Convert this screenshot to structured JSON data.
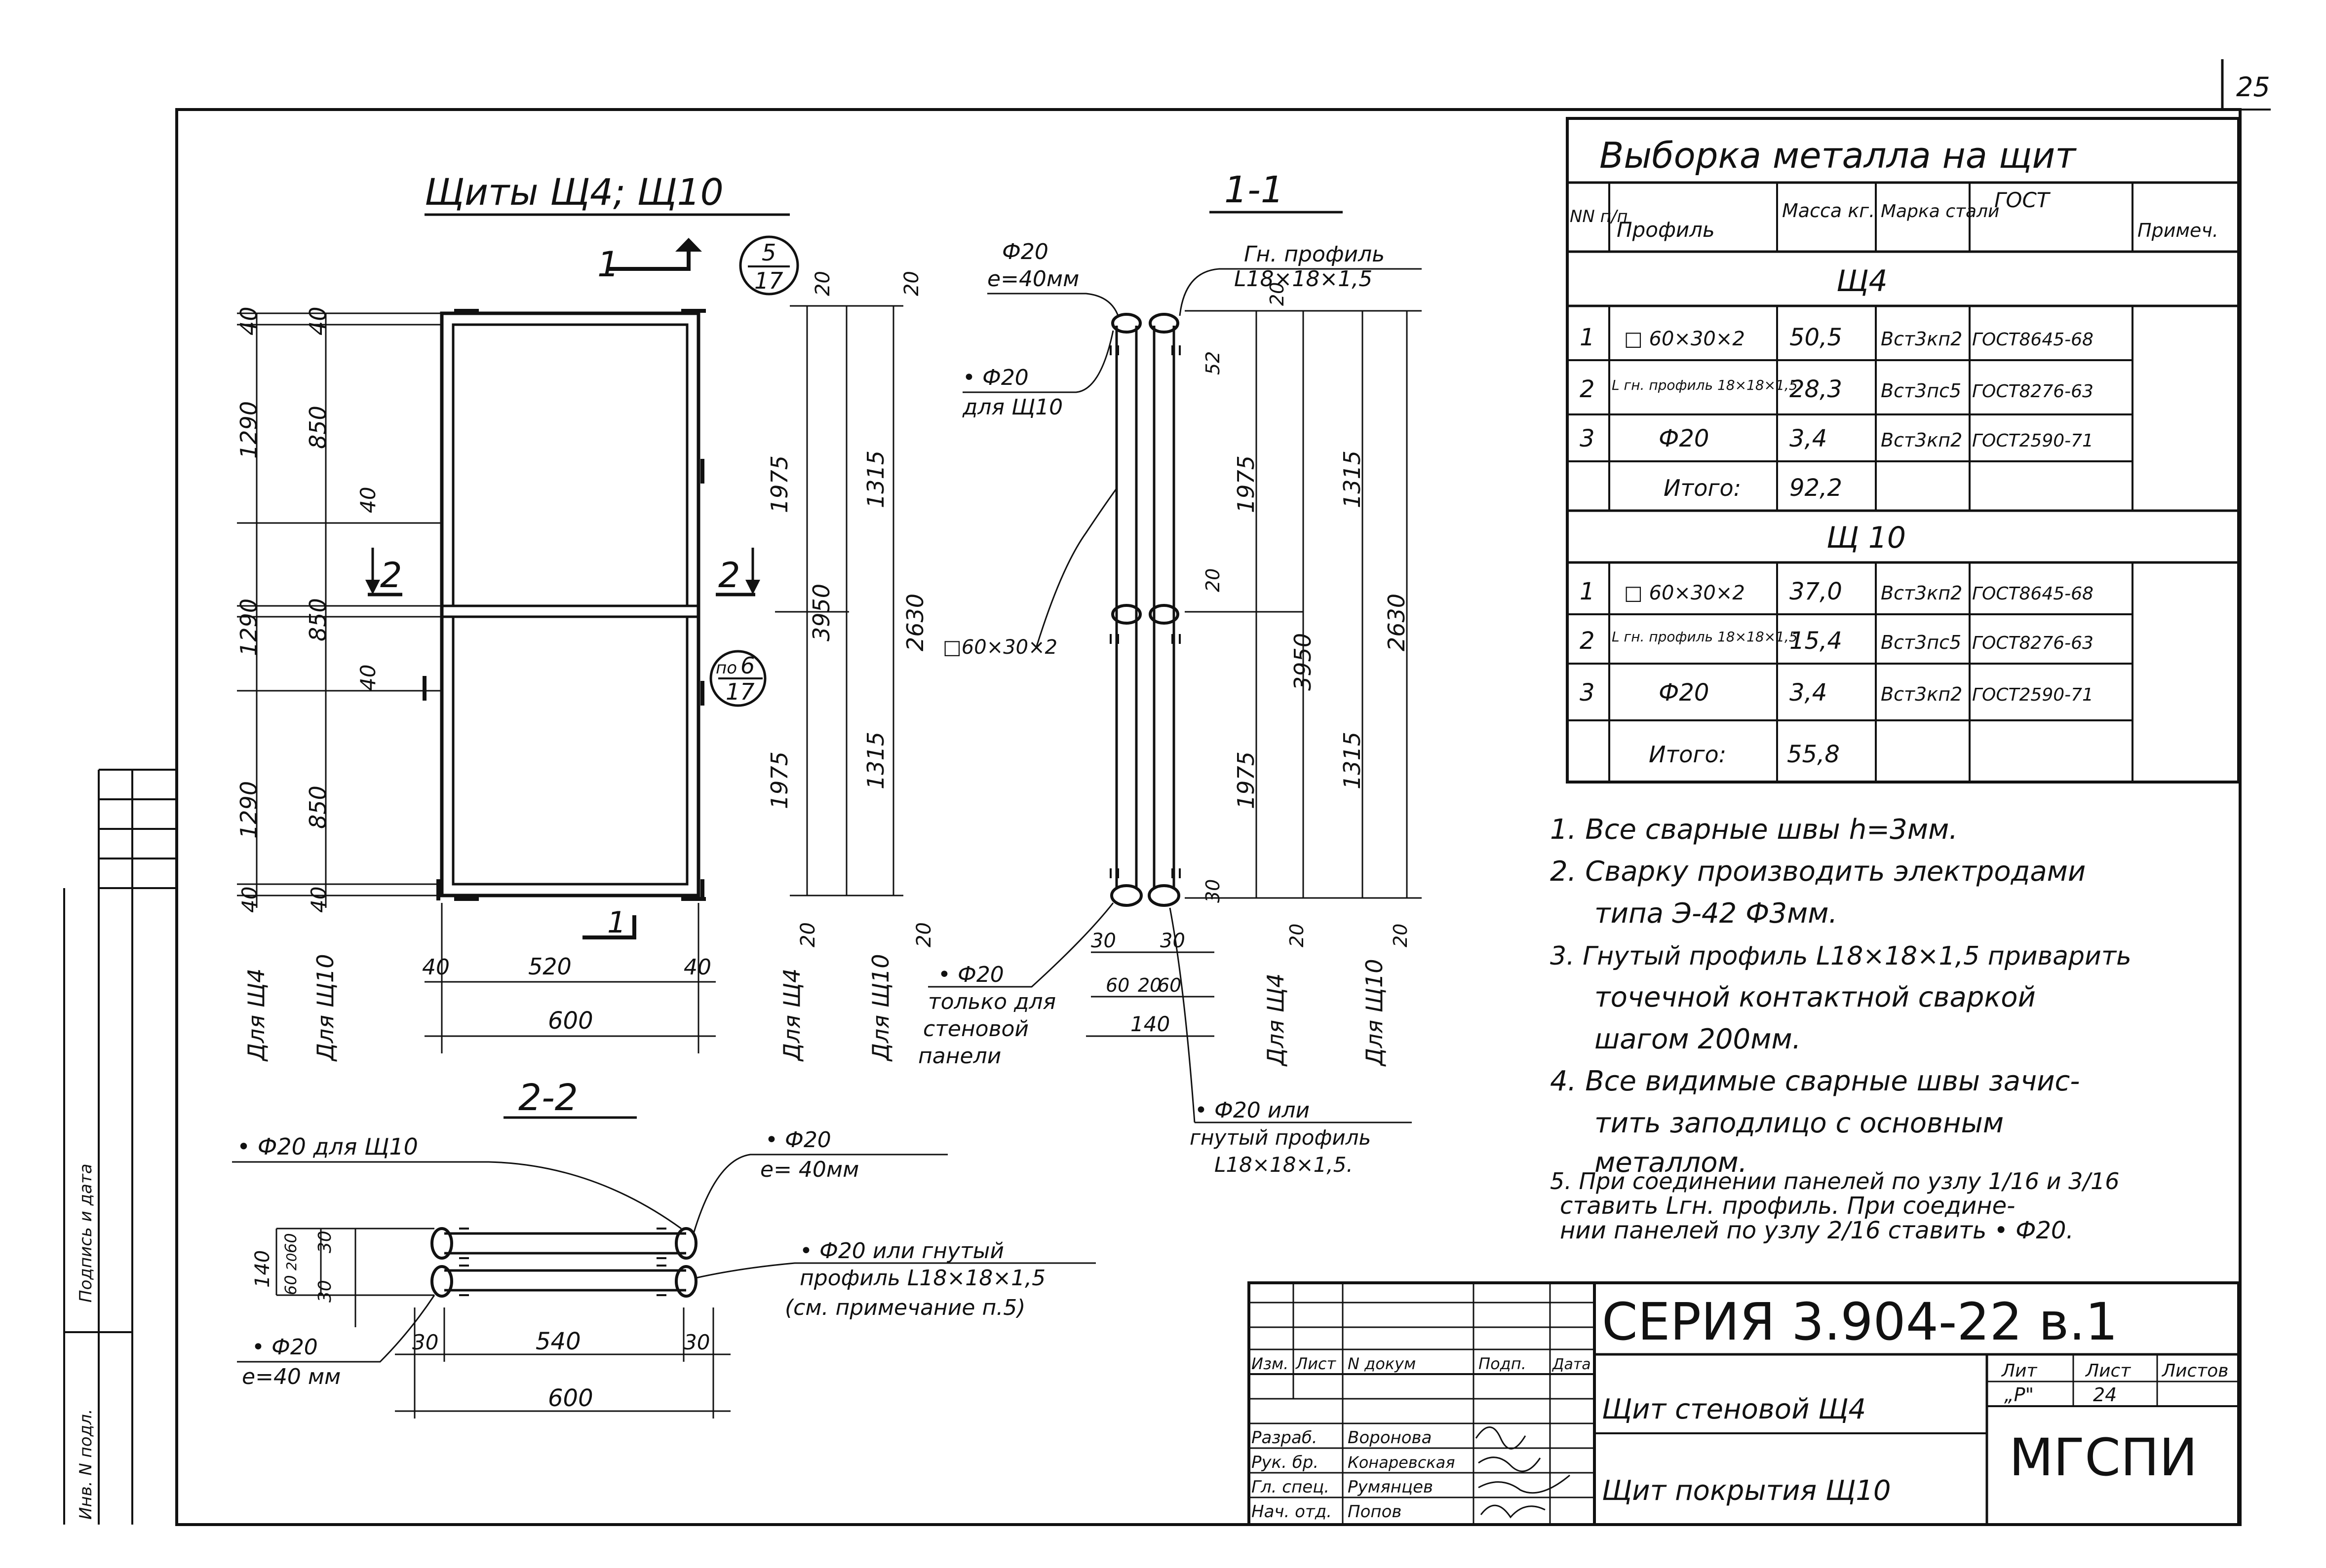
{
  "page_number": "25",
  "main_title": "Щиты Щ4; Щ10",
  "section_11": "1-1",
  "section_22": "2-2",
  "node_ref_top": {
    "num": "5",
    "den": "17"
  },
  "node_ref_mid": {
    "pre": "по",
    "num": "6",
    "den": "17"
  },
  "cut_label_1": "1",
  "cut_label_2": "2",
  "elevation": {
    "outer_dims": [
      "1290",
      "1290",
      "1290"
    ],
    "inner_dims": [
      "850",
      "850",
      "850"
    ],
    "small_40": "40",
    "width_inner": "520",
    "width_total": "600",
    "label_shch4": "Для Щ4",
    "label_shch10": "Для Щ10",
    "right_dims": {
      "d1975": "1975",
      "d1315": "1315",
      "d3950": "3950",
      "d2630": "2630",
      "d20": "20"
    }
  },
  "section1": {
    "phi20_e40": [
      "Ф20",
      "е=40мм"
    ],
    "bent_profile": [
      "Гн. профиль",
      "L18×18×1,5"
    ],
    "phi20_for_shch10": [
      "• Ф20",
      "для Щ10"
    ],
    "pipe_label": "□60×30×2",
    "phi20_only_wall": [
      "• Ф20",
      "только для",
      "стеновой",
      "панели"
    ],
    "phi20_or_bent": [
      "• Ф20 или",
      "гнутый профиль",
      "L18×18×1,5."
    ],
    "dims": [
      "30",
      "30",
      "60",
      "20",
      "60",
      "140",
      "52",
      "20",
      "30"
    ]
  },
  "section2": {
    "phi20_for_shch10": "• Ф20 для Щ10",
    "phi20_e40_top": [
      "• Ф20",
      "е= 40мм"
    ],
    "phi20_or_bent": [
      "• Ф20 или гнутый",
      "профиль L18×18×1,5",
      "(см. примечание п.5)"
    ],
    "phi20_e40_bottom": [
      "• Ф20",
      "е=40 мм"
    ],
    "dims": [
      "140",
      "60",
      "20",
      "60",
      "30",
      "30",
      "30",
      "540",
      "30",
      "600"
    ]
  },
  "spec_table": {
    "title": "Выборка металла на щит",
    "headers": [
      "NN п/п",
      "Профиль",
      "Масса кг.",
      "Марка стали",
      "ГОСТ",
      "Примеч."
    ],
    "group1": "Щ4",
    "rows1": [
      [
        "1",
        "□ 60×30×2",
        "50,5",
        "Вст3кп2",
        "ГОСТ8645-68"
      ],
      [
        "2",
        "L гн. профиль 18×18×1,5",
        "28,3",
        "Вст3пс5",
        "ГОСТ8276-63"
      ],
      [
        "3",
        "Ф20",
        "3,4",
        "Вст3кп2",
        "ГОСТ2590-71"
      ]
    ],
    "total1_label": "Итого:",
    "total1": "92,2",
    "group2": "Щ 10",
    "rows2": [
      [
        "1",
        "□ 60×30×2",
        "37,0",
        "Вст3кп2",
        "ГОСТ8645-68"
      ],
      [
        "2",
        "L гн. профиль 18×18×1,5",
        "15,4",
        "Вст3пс5",
        "ГОСТ8276-63"
      ],
      [
        "3",
        "Ф20",
        "3,4",
        "Вст3кп2",
        "ГОСТ2590-71"
      ]
    ],
    "total2_label": "Итого:",
    "total2": "55,8"
  },
  "notes": [
    "1. Все сварные швы h=3мм.",
    "2. Сварку производить электродами",
    "типа Э-42 Ф3мм.",
    "3. Гнутый профиль L18×18×1,5 приварить",
    "точечной контактной сваркой",
    "шагом 200мм.",
    "4. Все видимые сварные швы зачис-",
    "тить заподлицо с основным",
    "металлом.",
    "5. При соединении панелей по узлу 1/16 и 3/16",
    "ставить Lгн. профиль. При соедине-",
    "нии панелей по узлу 2/16 ставить • Ф20."
  ],
  "title_block": {
    "series": "СЕРИЯ   3.904-22 в.1",
    "col_headers": [
      "Изм.",
      "Лист",
      "N докум",
      "Подп.",
      "Дата"
    ],
    "roles": [
      "Разраб.",
      "Рук. бр.",
      "Гл. спец.",
      "Нач. отд."
    ],
    "names": [
      "Воронова",
      "Конаревская",
      "Румянцев",
      "Попов"
    ],
    "name1": "Щит стеновой Щ4",
    "name2": "Щит покрытия Щ10",
    "lit_headers": [
      "Лит",
      "Лист",
      "Листов"
    ],
    "lit_values": [
      "„Р\"",
      "24",
      ""
    ],
    "org": "МГСПИ"
  },
  "margin_stamp": [
    "Инв. N подл.",
    "Подпись и дата"
  ]
}
